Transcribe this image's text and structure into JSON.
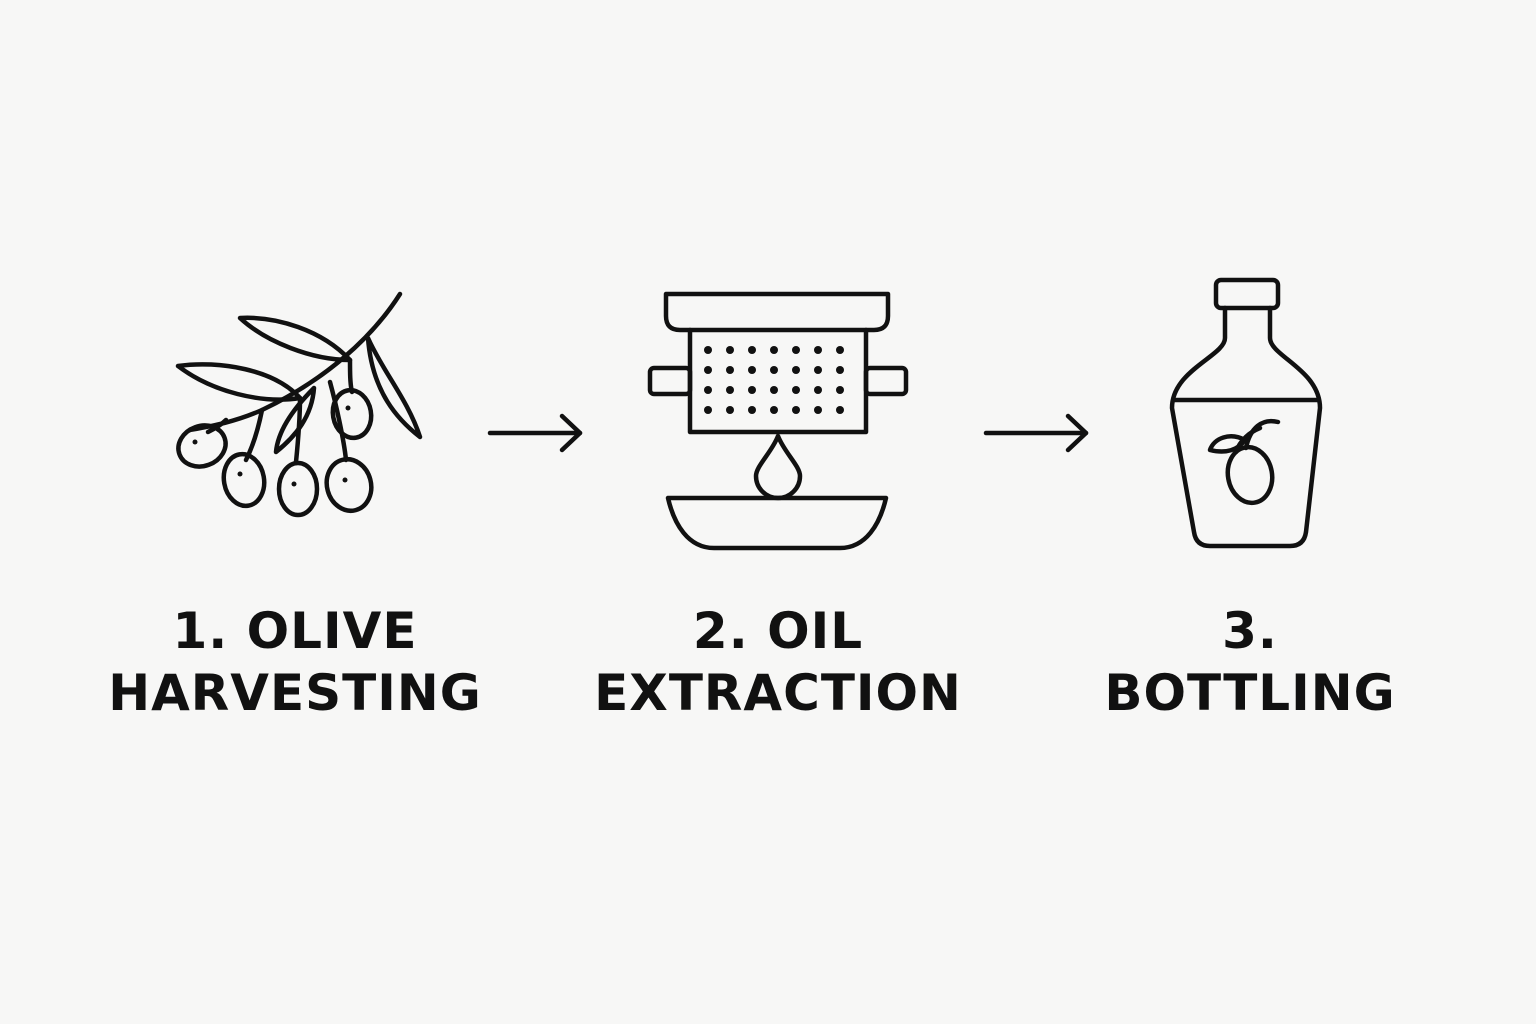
{
  "steps": [
    {
      "line1": "1. OLIVE",
      "line2": "HARVESTING",
      "icon": "olive-branch-icon"
    },
    {
      "line1": "2. OIL",
      "line2": "EXTRACTION",
      "icon": "oil-press-icon"
    },
    {
      "line1": "3.",
      "line2": "BOTTLING",
      "icon": "oil-bottle-icon"
    }
  ],
  "connectors": [
    "arrow-right-icon",
    "arrow-right-icon"
  ],
  "colors": {
    "background": "#f7f7f6",
    "ink": "#111111"
  }
}
